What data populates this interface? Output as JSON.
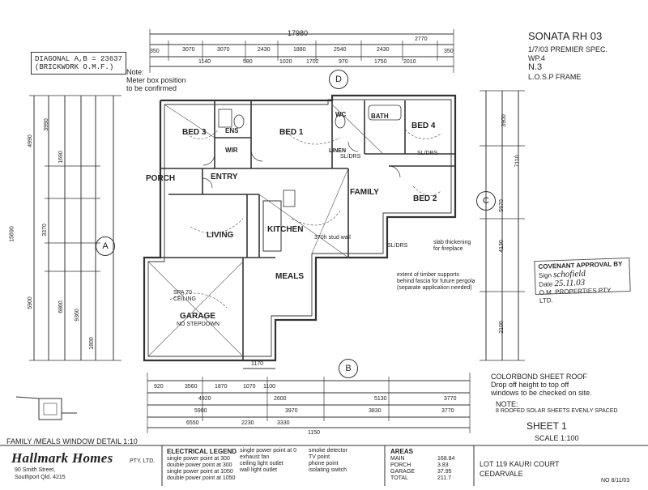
{
  "title_block": {
    "model": "SONATA RH 03",
    "spec": "1/7/03 PREMIER SPEC.",
    "wp": "WP.4",
    "n": "N.3",
    "frame": "L.O.S.P FRAME"
  },
  "diagonal_note": {
    "line1": "DIAGONAL A,B = 23637",
    "line2": "(BRICKWORK O.M.F.)"
  },
  "meter_note": {
    "line1": "Note:",
    "line2": "Meter box position",
    "line3": "to be confirmed"
  },
  "rooms": {
    "bed3": "BED 3",
    "ens": "ENS",
    "wir": "WIR",
    "bed1": "BED 1",
    "bath": "BATH",
    "wc": "WC",
    "bed4": "BED 4",
    "linen": "LINEN",
    "porch": "PORCH",
    "entry": "ENTRY",
    "family": "FAMILY",
    "bed2": "BED 2",
    "living": "LIVING",
    "kitchen": "KITCHEN",
    "meals": "MEALS",
    "garage": "GARAGE",
    "no_stepdown": "NO STEPDOWN",
    "sdrs1": "SL/DRS",
    "sdrs2": "SL/DRS",
    "sdrs3": "SL/DRS"
  },
  "markers": {
    "a": "A",
    "b": "B",
    "c": "C",
    "d": "D"
  },
  "top_dims": [
    "17980",
    "350",
    "3070",
    "3070",
    "2430",
    "1880",
    "2540",
    "2430",
    "2770",
    "350",
    "1140",
    "580",
    "1020",
    "1702",
    "970",
    "1750",
    "2010"
  ],
  "left_dims": [
    "4990",
    "3990",
    "1690",
    "15690",
    "3370",
    "5900",
    "6860",
    "9360",
    "1800"
  ],
  "bottom_dims": [
    "1170",
    "920",
    "3560",
    "1870",
    "1070",
    "1100",
    "4920",
    "2600",
    "5130",
    "3770",
    "5900",
    "3970",
    "3830",
    "3770",
    "6550",
    "2230",
    "3330",
    "1150"
  ],
  "right_dims": [
    "3900",
    "7110",
    "5970",
    "4130",
    "2100"
  ],
  "notes": {
    "roof": "COLORBOND SHEET ROOF",
    "dropoff1": "Drop off height to top off",
    "dropoff2": "windows to be checked on site.",
    "note_head": "NOTE:",
    "note_body": "8 ROOFED SOLAR SHEETS EVENLY SPACED",
    "fireplace": "slab thickening for fireplace",
    "pergola1": "extent of timber supports",
    "pergola2": "behind fascia for future pergola",
    "pergola3": "(separate application needed)",
    "studwall": "370h stud wall",
    "ceiling": "SPA 70 CEILING",
    "family_meals": "FAMILY /MEALS WINDOW DETAIL 1:10"
  },
  "approval": {
    "heading": "COVENANT APPROVAL BY",
    "sign_label": "Sign",
    "signature": "schofield",
    "date_label": "Date",
    "date": "25.11.03",
    "company": "O.M. PROPERTIES PTY. LTD."
  },
  "sheet": {
    "label": "SHEET 1",
    "scale": "SCALE 1:100"
  },
  "lot": {
    "address": "LOT 119 KAURI COURT",
    "suburb": "CEDARVALE",
    "ref": "NO 8/11/03"
  },
  "areas": {
    "heading": "AREAS",
    "rows": [
      {
        "label": "MAIN",
        "value": "168.84"
      },
      {
        "label": "PORCH",
        "value": "3.83"
      },
      {
        "label": "GARAGE",
        "value": "37.95"
      },
      {
        "label": "TOTAL",
        "value": "211.7"
      }
    ]
  },
  "legend": {
    "heading": "ELECTRICAL LEGEND",
    "items": [
      "single power point at 300",
      "double power point at 300",
      "single power point at 1050",
      "double power point at 1050",
      "single power point at 0",
      "exhaust fan",
      "ceiling light outlet",
      "wall light outlet",
      "smoke detector",
      "TV point",
      "phone point",
      "isolating switch"
    ]
  },
  "company": {
    "name": "Hallmark Homes",
    "suffix": "PTY. LTD.",
    "street": "90 Smith Street,",
    "city": "Southport  Qld. 4215"
  }
}
